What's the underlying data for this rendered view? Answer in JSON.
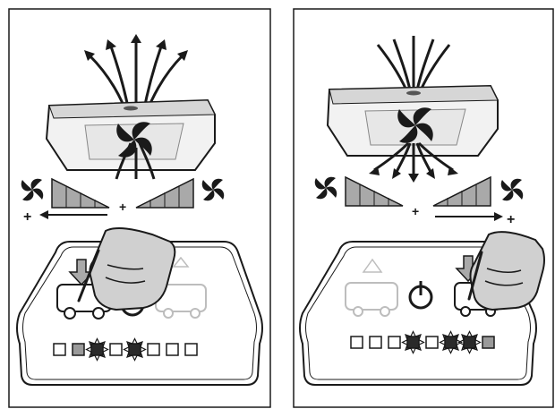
{
  "panels": [
    {
      "id": "left",
      "airflow_direction": "up",
      "active_button": "left",
      "speed_change": "decrease",
      "indicator_lights": [
        "off",
        "dim",
        "lit",
        "off",
        "lit",
        "off",
        "off",
        "off"
      ]
    },
    {
      "id": "right",
      "airflow_direction": "down",
      "active_button": "right",
      "speed_change": "increase",
      "indicator_lights": [
        "off",
        "off",
        "off",
        "lit",
        "off",
        "lit",
        "lit",
        "dim"
      ]
    }
  ],
  "colors": {
    "ink": "#1a1a1a",
    "wedge_fill": "#a9a9a9",
    "lit_fill": "#2a2a2a",
    "dim_fill": "#9a9a9a",
    "faded_outline": "#bdbdbd"
  },
  "icons": {
    "fan": "fan-icon",
    "power": "power-icon",
    "hand": "hand-pointer-icon",
    "van_faded": "van-faded-icon",
    "van_active": "van-active-icon"
  },
  "signs": {
    "plus": "+"
  }
}
